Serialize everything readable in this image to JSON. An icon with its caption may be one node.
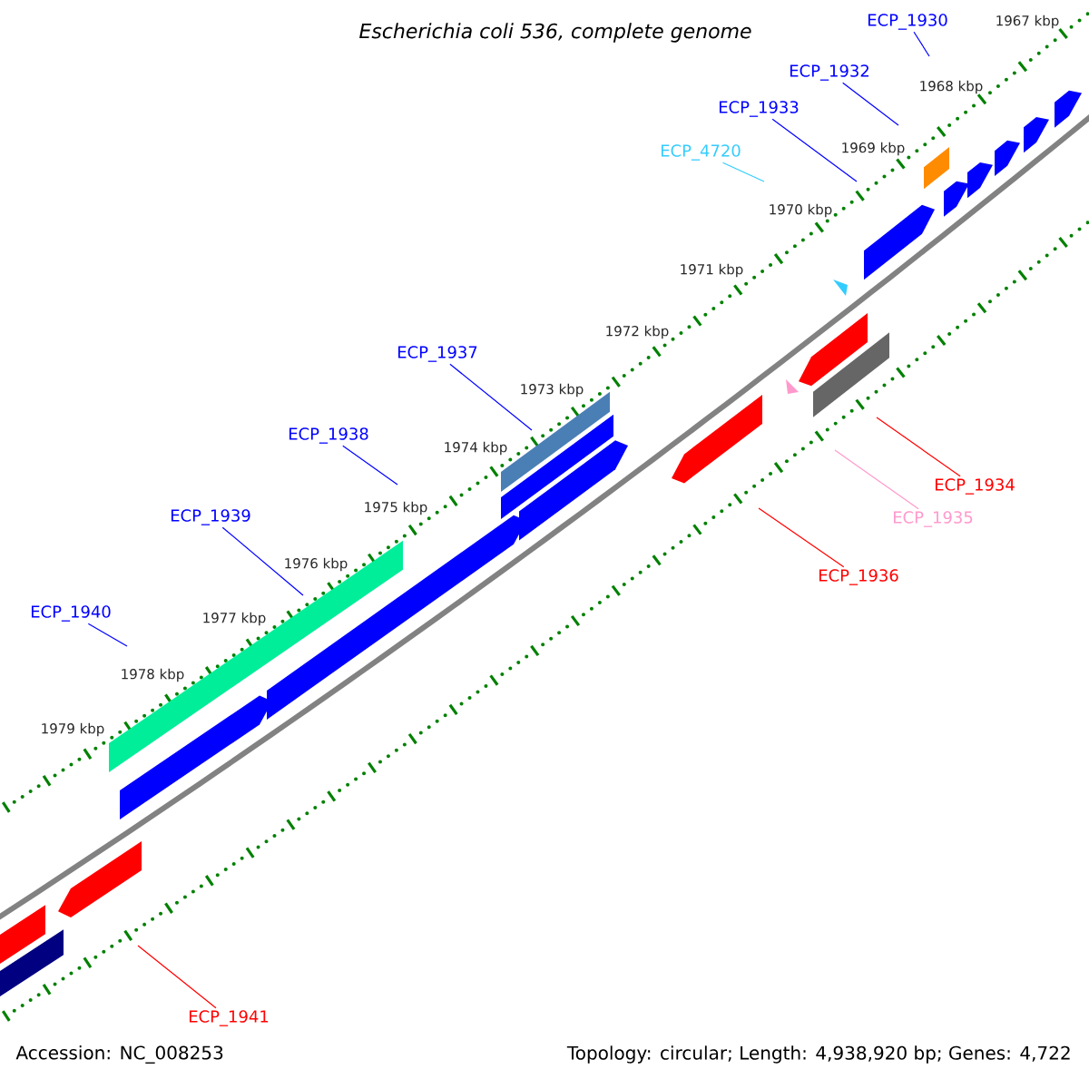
{
  "diagram": {
    "title": "Escherichia coli 536, complete genome",
    "nodes": [
      {
        "text": [
          "ECP_1930"
        ]
      },
      {
        "text": [
          "ECP_1932"
        ]
      },
      {
        "text": [
          "ECP_1933"
        ]
      },
      {
        "text": [
          "ECP_4720"
        ]
      },
      {
        "text": [
          "ECP_1937"
        ]
      },
      {
        "text": [
          "ECP_1938"
        ]
      },
      {
        "text": [
          "ECP_1939"
        ]
      },
      {
        "text": [
          "ECP_1940"
        ]
      },
      {
        "text": [
          "ECP_1934"
        ]
      },
      {
        "text": [
          "ECP_1935"
        ]
      },
      {
        "text": [
          "ECP_1936"
        ]
      },
      {
        "text": [
          "ECP_1941"
        ]
      }
    ],
    "edges": [
      {
        "from": 0,
        "to": null,
        "arrow": "none"
      },
      {
        "from": 1,
        "to": null,
        "arrow": "none"
      },
      {
        "from": 2,
        "to": null,
        "arrow": "none"
      },
      {
        "from": 3,
        "to": null,
        "arrow": "none",
        "color": "#33ccff"
      },
      {
        "from": 4,
        "to": null,
        "arrow": "none"
      },
      {
        "from": 5,
        "to": null,
        "arrow": "none"
      },
      {
        "from": 6,
        "to": null,
        "arrow": "none"
      },
      {
        "from": 7,
        "to": null,
        "arrow": "none"
      },
      {
        "from": 8,
        "to": null,
        "arrow": "none",
        "color": "#ff0000"
      },
      {
        "from": 9,
        "to": null,
        "arrow": "none",
        "color": "#ff99cc"
      },
      {
        "from": 10,
        "to": null,
        "arrow": "none",
        "color": "#ff0000"
      },
      {
        "from": 11,
        "to": null,
        "arrow": "none",
        "color": "#ff0000"
      }
    ],
    "labels": [
      "1967 kbp",
      "1968 kbp",
      "1969 kbp",
      "1970 kbp",
      "1971 kbp",
      "1972 kbp",
      "1973 kbp",
      "1974 kbp",
      "1975 kbp",
      "1976 kbp",
      "1977 kbp",
      "1978 kbp",
      "1979 kbp",
      "Accession: NC_008253",
      "Topology: circular; Length: 4,938,920 bp; Genes: 4,722"
    ]
  }
}
